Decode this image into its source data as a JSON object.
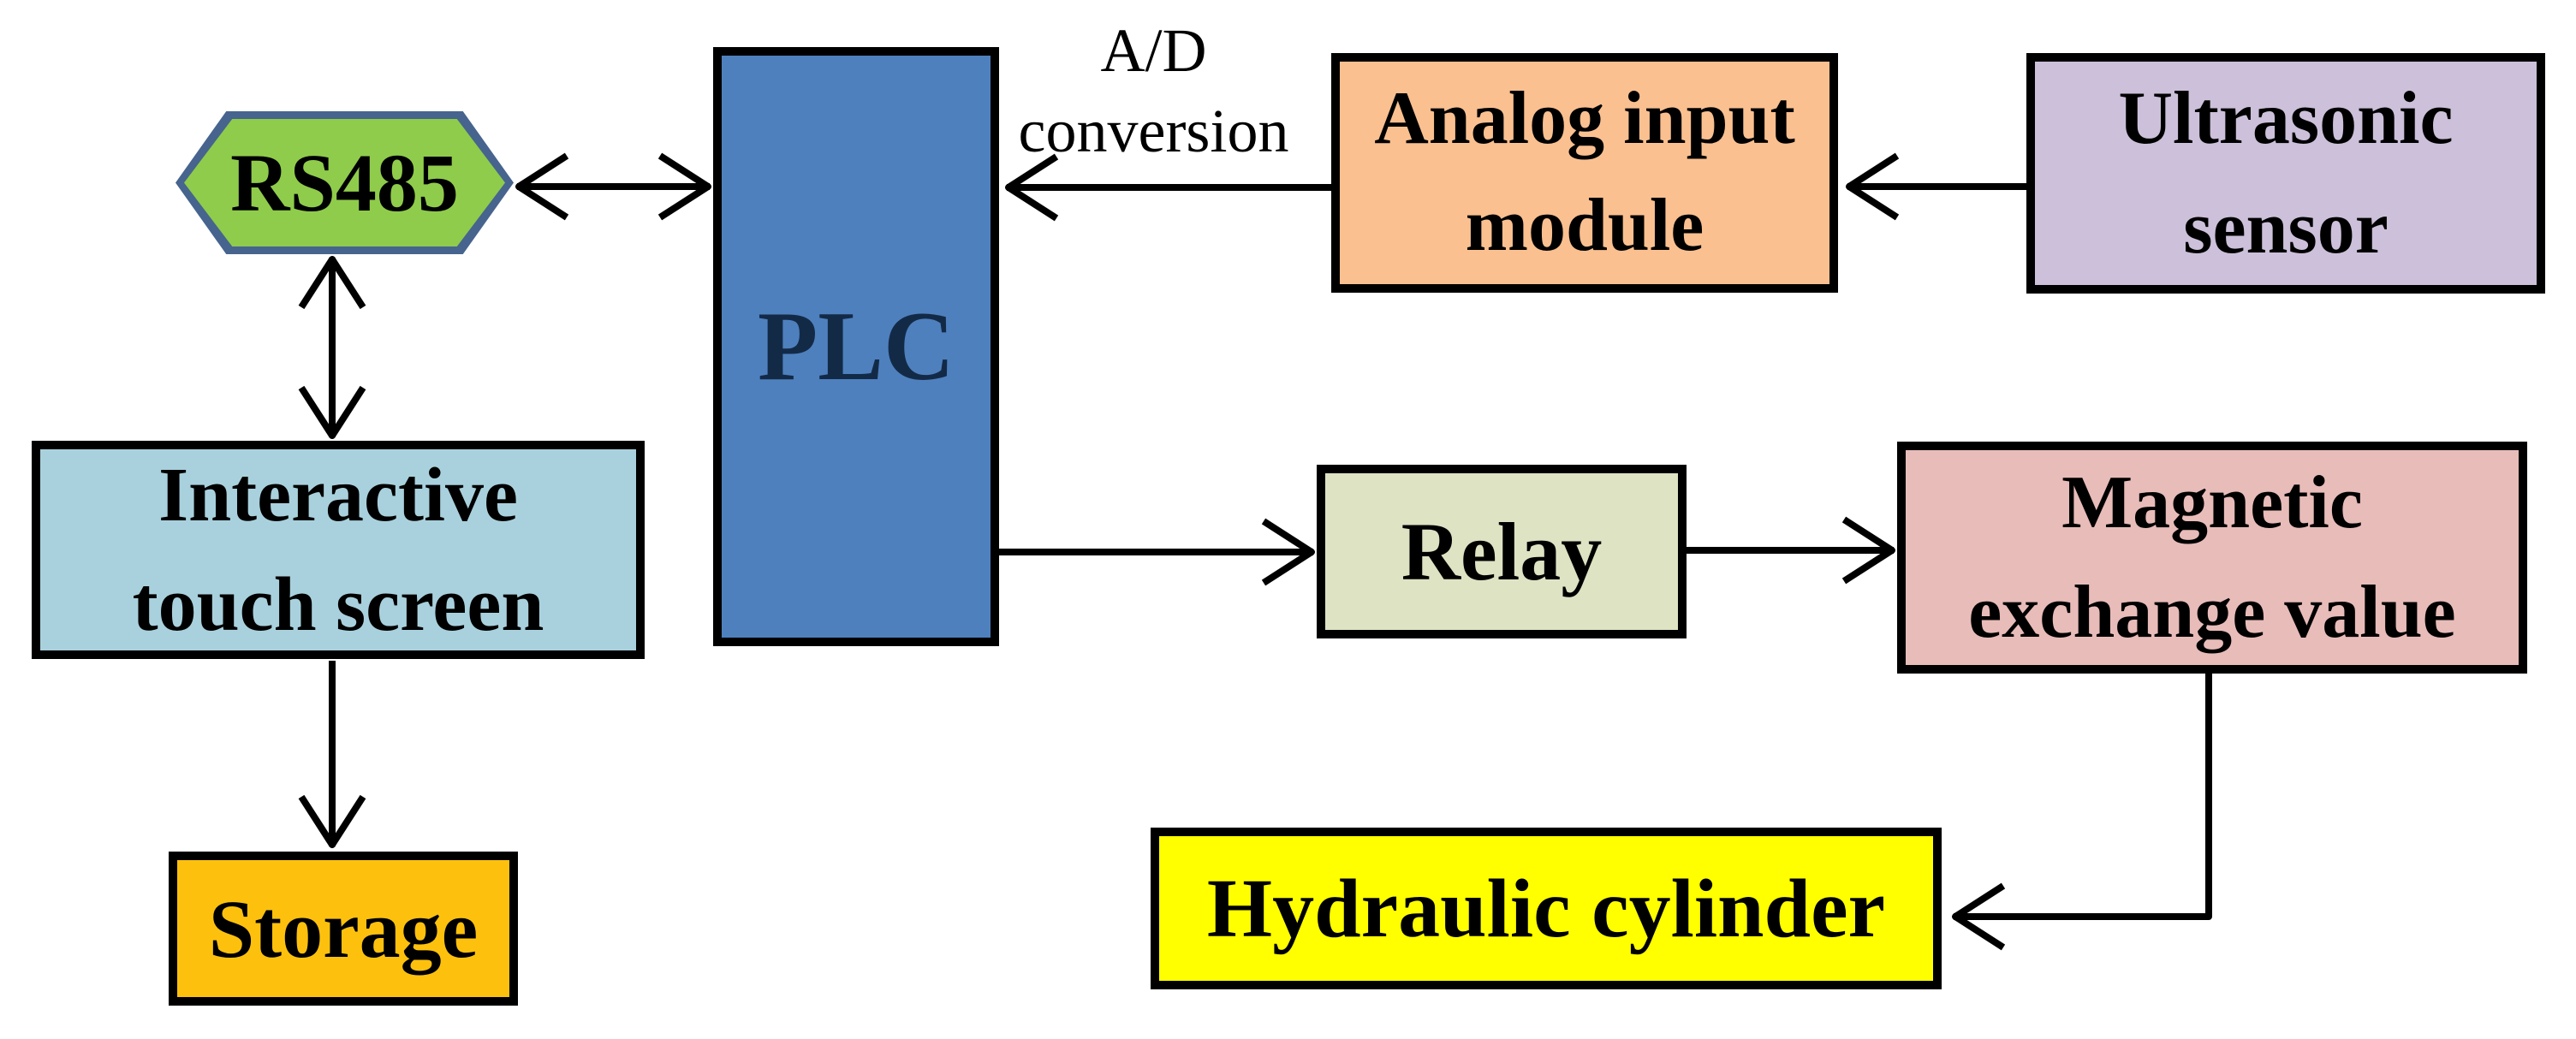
{
  "diagram": {
    "background": "#FFFFFF",
    "connector_color": "#000000",
    "nodes": {
      "rs485": {
        "label": "RS485",
        "fill": "#8FCC4B",
        "border_color": "#46648E",
        "shape": "hexagon"
      },
      "plc": {
        "label": "PLC",
        "fill": "#4E80BE",
        "text_color": "#132A47",
        "border_color": "#000000"
      },
      "analog_input": {
        "line1": "Analog input",
        "line2": "module",
        "fill": "#FAC090",
        "border_color": "#000000"
      },
      "ultrasonic": {
        "line1": "Ultrasonic",
        "line2": "sensor",
        "fill": "#CCC0DA",
        "border_color": "#000000"
      },
      "touchscreen": {
        "line1": "Interactive",
        "line2": "touch screen",
        "fill": "#A9D1DD",
        "border_color": "#000000"
      },
      "storage": {
        "label": "Storage",
        "fill": "#FDC10D",
        "border_color": "#000000"
      },
      "relay": {
        "label": "Relay",
        "fill": "#DDE3C3",
        "border_color": "#000000"
      },
      "magnetic": {
        "line1": "Magnetic",
        "line2": "exchange value",
        "fill": "#E8BCB9",
        "border_color": "#000000"
      },
      "hydraulic": {
        "label": "Hydraulic cylinder",
        "fill": "#FFFF00",
        "border_color": "#000000"
      }
    },
    "edge_labels": {
      "ad_conversion": {
        "line1": "A/D",
        "line2": "conversion"
      }
    },
    "connections": [
      "RS485 <-> PLC",
      "RS485 <-> Interactive touch screen",
      "Analog input module -> PLC (A/D conversion)",
      "Ultrasonic sensor -> Analog input module",
      "Interactive touch screen -> Storage",
      "PLC -> Relay",
      "Relay -> Magnetic exchange value",
      "Magnetic exchange value -> Hydraulic cylinder"
    ]
  }
}
